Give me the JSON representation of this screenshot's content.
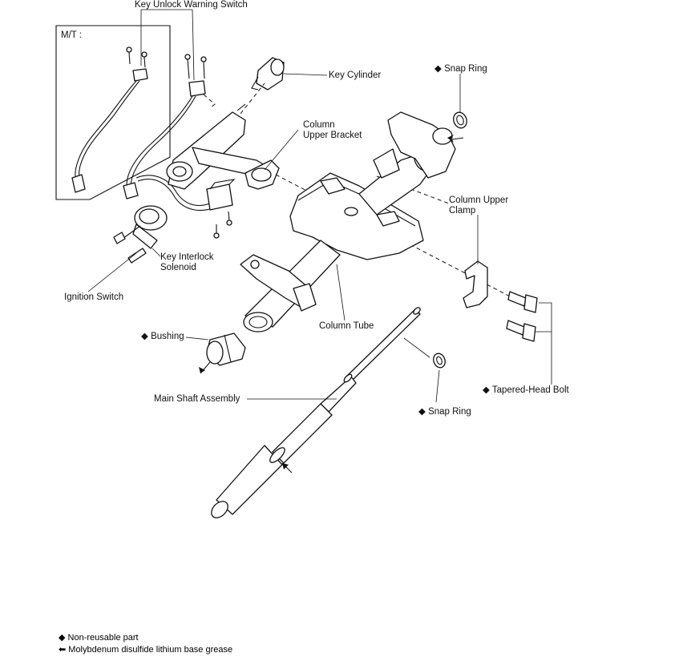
{
  "labels": {
    "key_unlock_warning_switch": "Key Unlock Warning Switch",
    "mt": "M/T :",
    "key_cylinder": "Key Cylinder",
    "snap_ring_top": "Snap Ring",
    "column_upper_bracket": "Column\nUpper Bracket",
    "column_upper_clamp": "Column Upper\nClamp",
    "key_interlock_solenoid": "Key Interlock\nSolenoid",
    "ignition_switch": "Ignition Switch",
    "column_tube": "Column Tube",
    "bushing": "Bushing",
    "main_shaft_assembly": "Main Shaft Assembly",
    "snap_ring_bottom": "Snap Ring",
    "tapered_head_bolt": "Tapered-Head Bolt"
  },
  "legend": {
    "non_reusable": "Non-reusable part",
    "grease": "Molybdenum disulfide lithium base grease"
  },
  "symbols": {
    "non_reusable_symbol": "diamond",
    "grease_symbol": "arrow"
  }
}
